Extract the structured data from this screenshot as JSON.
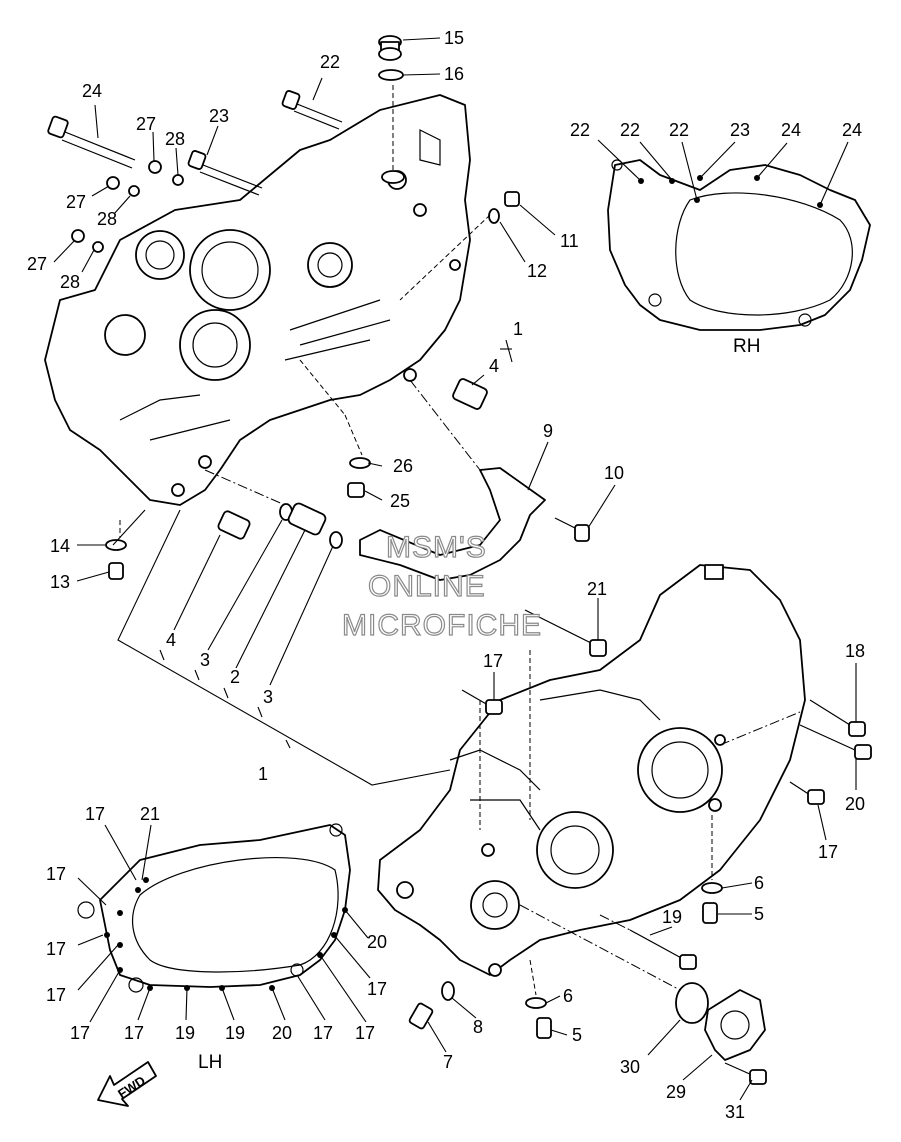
{
  "callouts": [
    {
      "id": "c15",
      "text": "15"
    },
    {
      "id": "c16",
      "text": "16"
    },
    {
      "id": "c22a",
      "text": "22"
    },
    {
      "id": "c24a",
      "text": "24"
    },
    {
      "id": "c23a",
      "text": "23"
    },
    {
      "id": "c27a",
      "text": "27"
    },
    {
      "id": "c28a",
      "text": "28"
    },
    {
      "id": "c27b",
      "text": "27"
    },
    {
      "id": "c28b",
      "text": "28"
    },
    {
      "id": "c27c",
      "text": "27"
    },
    {
      "id": "c28c",
      "text": "28"
    },
    {
      "id": "c11",
      "text": "11"
    },
    {
      "id": "c12",
      "text": "12"
    },
    {
      "id": "c22r1",
      "text": "22"
    },
    {
      "id": "c22r2",
      "text": "22"
    },
    {
      "id": "c22r3",
      "text": "22"
    },
    {
      "id": "c23r",
      "text": "23"
    },
    {
      "id": "c24r1",
      "text": "24"
    },
    {
      "id": "c24r2",
      "text": "24"
    },
    {
      "id": "c1a",
      "text": "1"
    },
    {
      "id": "c4a",
      "text": "4"
    },
    {
      "id": "c9",
      "text": "9"
    },
    {
      "id": "c26",
      "text": "26"
    },
    {
      "id": "c25",
      "text": "25"
    },
    {
      "id": "c10",
      "text": "10"
    },
    {
      "id": "c14",
      "text": "14"
    },
    {
      "id": "c13",
      "text": "13"
    },
    {
      "id": "c4b",
      "text": "4"
    },
    {
      "id": "c3a",
      "text": "3"
    },
    {
      "id": "c2",
      "text": "2"
    },
    {
      "id": "c3b",
      "text": "3"
    },
    {
      "id": "c1b",
      "text": "1"
    },
    {
      "id": "c21a",
      "text": "21"
    },
    {
      "id": "c17a",
      "text": "17"
    },
    {
      "id": "c18",
      "text": "18"
    },
    {
      "id": "c20a",
      "text": "20"
    },
    {
      "id": "c17b",
      "text": "17"
    },
    {
      "id": "c6a",
      "text": "6"
    },
    {
      "id": "c5a",
      "text": "5"
    },
    {
      "id": "c19a",
      "text": "19"
    },
    {
      "id": "c6b",
      "text": "6"
    },
    {
      "id": "c5b",
      "text": "5"
    },
    {
      "id": "c8",
      "text": "8"
    },
    {
      "id": "c7",
      "text": "7"
    },
    {
      "id": "c30",
      "text": "30"
    },
    {
      "id": "c29",
      "text": "29"
    },
    {
      "id": "c31",
      "text": "31"
    },
    {
      "id": "lh17a",
      "text": "17"
    },
    {
      "id": "lh21",
      "text": "21"
    },
    {
      "id": "lh17b",
      "text": "17"
    },
    {
      "id": "lh17c",
      "text": "17"
    },
    {
      "id": "lh17d",
      "text": "17"
    },
    {
      "id": "lh17e",
      "text": "17"
    },
    {
      "id": "lh17f",
      "text": "17"
    },
    {
      "id": "lh19a",
      "text": "19"
    },
    {
      "id": "lh19b",
      "text": "19"
    },
    {
      "id": "lh20a",
      "text": "20"
    },
    {
      "id": "lh17g",
      "text": "17"
    },
    {
      "id": "lh17h",
      "text": "17"
    },
    {
      "id": "lh17i",
      "text": "17"
    },
    {
      "id": "lh20b",
      "text": "20"
    }
  ],
  "side_labels": {
    "rh": "RH",
    "lh": "LH"
  },
  "fwd_label": "FWD",
  "watermark": [
    "MSM'S",
    "ONLINE",
    "MICROFICHE"
  ]
}
